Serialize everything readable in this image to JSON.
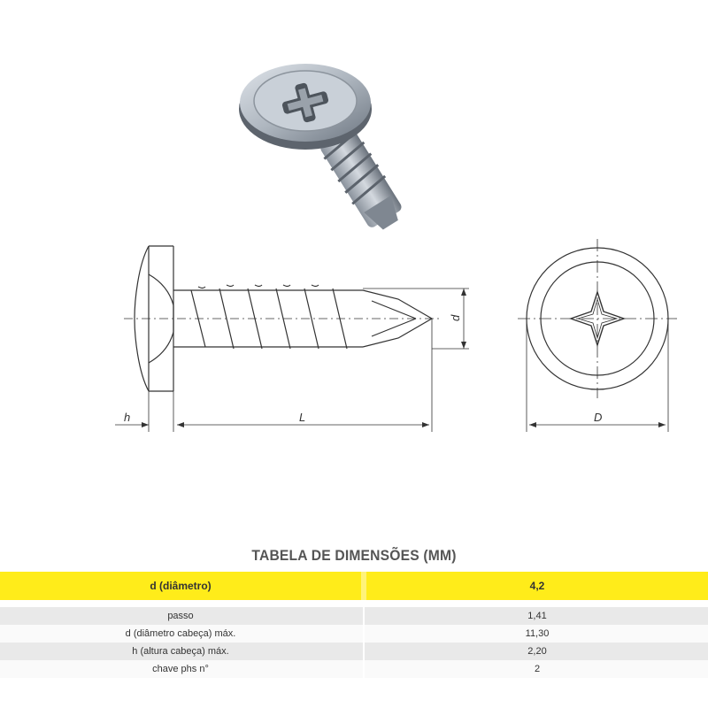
{
  "labels": {
    "h": "h",
    "L": "L",
    "d": "d",
    "D": "D"
  },
  "table": {
    "title": "TABELA DE DIMENSÕES (MM)",
    "header": {
      "label": "d (diâmetro)",
      "value": "4,2"
    },
    "rows": [
      {
        "label": "passo",
        "value": "1,41"
      },
      {
        "label": "d (diâmetro cabeça) máx.",
        "value": "11,30"
      },
      {
        "label": "h (altura cabeça) máx.",
        "value": "2,20"
      },
      {
        "label": "chave phs n°",
        "value": "2"
      }
    ]
  }
}
